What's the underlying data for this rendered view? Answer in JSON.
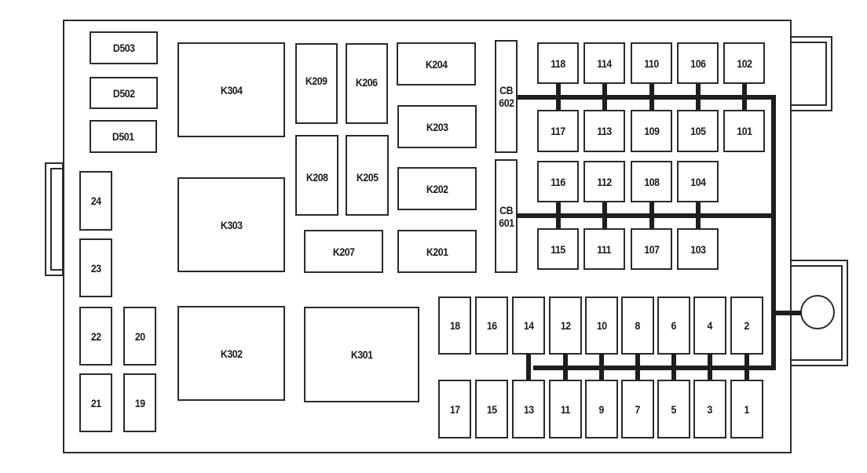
{
  "diagram": {
    "title": "Fuse / relay box layout",
    "colors": {
      "line": "#2a2a2a",
      "bus": "#1e1e1e",
      "background": "#ffffff"
    },
    "diodes": [
      "D503",
      "D502",
      "D501"
    ],
    "large_relays": [
      "K304",
      "K303",
      "K302",
      "K301"
    ],
    "small_relays": [
      "K209",
      "K206",
      "K208",
      "K205",
      "K207",
      "K204",
      "K203",
      "K202",
      "K201"
    ],
    "circuit_breakers": [
      {
        "label_line1": "CB",
        "label_line2": "602"
      },
      {
        "label_line1": "CB",
        "label_line2": "601"
      }
    ],
    "cb602_fuses_top": [
      "118",
      "114",
      "110",
      "106",
      "102"
    ],
    "cb602_fuses_bottom": [
      "117",
      "113",
      "109",
      "105",
      "101"
    ],
    "cb601_fuses_top": [
      "116",
      "112",
      "108",
      "104"
    ],
    "cb601_fuses_bottom": [
      "115",
      "111",
      "107",
      "103"
    ],
    "left_fuses": [
      "24",
      "23",
      "22",
      "20",
      "21",
      "19"
    ],
    "bottom_fuses_top": [
      "18",
      "16",
      "14",
      "12",
      "10",
      "8",
      "6",
      "4",
      "2"
    ],
    "bottom_fuses_bottom": [
      "17",
      "15",
      "13",
      "11",
      "9",
      "7",
      "5",
      "3",
      "1"
    ],
    "connector_icons": [
      "left-connector",
      "top-right-connector",
      "right-stud-connector"
    ]
  }
}
